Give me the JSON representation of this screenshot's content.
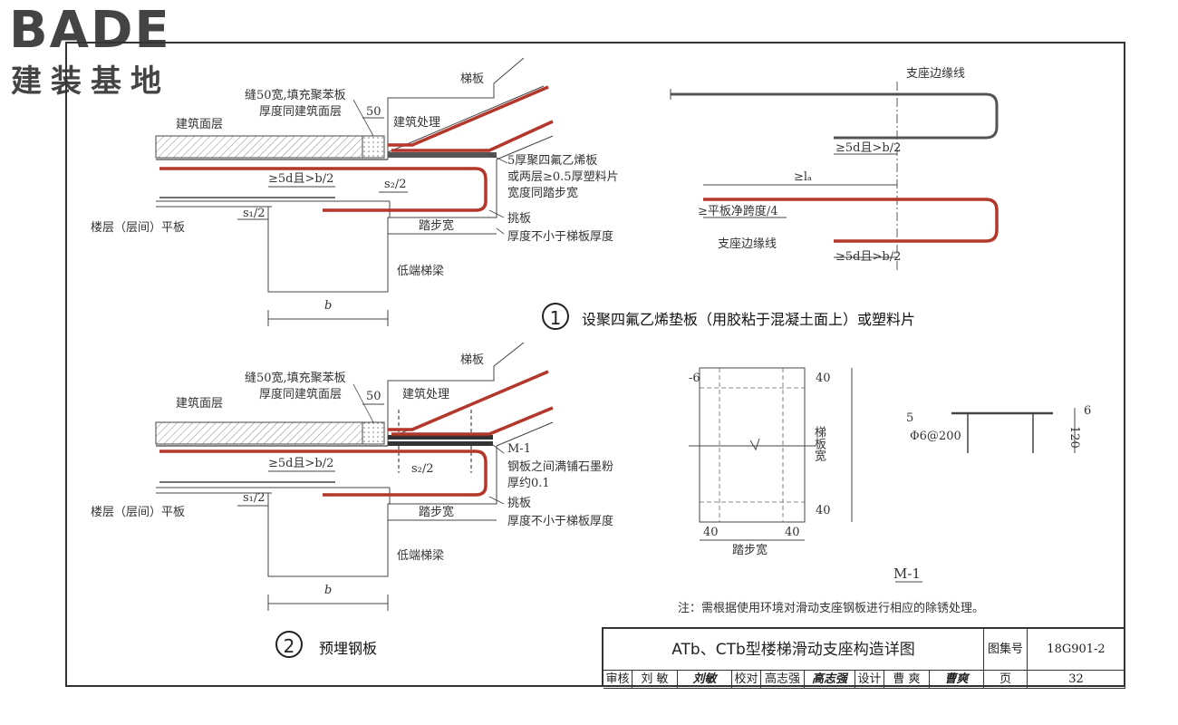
{
  "logo": {
    "brand": "BADE",
    "subtitle": "建装基地"
  },
  "detail1": {
    "labels": {
      "board": "梯板",
      "joint_line1": "缝50宽,填充聚苯板",
      "joint_line2": "厚度同建筑面层",
      "dim50": "50",
      "finish_layer": "建筑面层",
      "treatment": "建筑处理",
      "ptfe_line1": "5厚聚四氟乙烯板",
      "ptfe_line2": "或两层≥0.5厚塑料片",
      "ptfe_line3": "宽度同踏步宽",
      "anchor": "≥5d且>b/2",
      "s2": "s₂/2",
      "s1": "s₁/2",
      "floor_slab": "楼层（层间）平板",
      "cantilever": "挑板",
      "cantilever_note": "厚度不小于梯板厚度",
      "step_width": "踏步宽",
      "low_beam": "低端梯梁",
      "b": "b"
    },
    "number": "1",
    "caption": "设聚四氟乙烯垫板（用胶粘于混凝土面上）或塑料片"
  },
  "rebar_detail": {
    "support_edge_top": "支座边缘线",
    "anchor_top": "≥5d且>b/2",
    "la": "≥lₐ",
    "span_quarter": "≥平板净跨度/4",
    "support_edge_bottom": "支座边缘线",
    "anchor_bottom": "≥5d且>b/2"
  },
  "detail2": {
    "labels": {
      "board": "梯板",
      "joint_line1": "缝50宽,填充聚苯板",
      "joint_line2": "厚度同建筑面层",
      "dim50": "50",
      "finish_layer": "建筑面层",
      "treatment": "建筑处理",
      "m1": "M-1",
      "graphite_line1": "钢板之间满铺石墨粉",
      "graphite_line2": "厚约0.1",
      "anchor": "≥5d且>b/2",
      "s2": "s₂/2",
      "s1": "s₁/2",
      "floor_slab": "楼层（层间）平板",
      "cantilever": "挑板",
      "cantilever_note": "厚度不小于梯板厚度",
      "step_width": "踏步宽",
      "low_beam": "低端梯梁",
      "b": "b"
    },
    "number": "2",
    "caption": "预埋钢板"
  },
  "m1_plate": {
    "thk": "-6",
    "dim40_top": "40",
    "dim40_bottom": "40",
    "dim40_left": "40",
    "dim40_right": "40",
    "board_width": "梯板宽",
    "step_width": "踏步宽",
    "title": "M-1"
  },
  "anchor_detail": {
    "n5": "5",
    "rebar": "Φ6@200",
    "dim120": "120",
    "dim6": "6"
  },
  "note": "注：需根据使用环境对滑动支座钢板进行相应的除锈处理。",
  "title_block": {
    "title": "ATb、CTb型楼梯滑动支座构造详图",
    "atlas_label": "图集号",
    "atlas_no": "18G901-2",
    "review_label": "审核",
    "reviewer": "刘  敏",
    "reviewer_sig": "刘敏",
    "check_label": "校对",
    "checker": "高志强",
    "checker_sig": "高志强",
    "design_label": "设计",
    "designer": "曹  爽",
    "designer_sig": "曹爽",
    "page_label": "页",
    "page_no": "32"
  },
  "colors": {
    "rebar": "#b3372a",
    "line": "#333333",
    "hatch": "#777777"
  }
}
